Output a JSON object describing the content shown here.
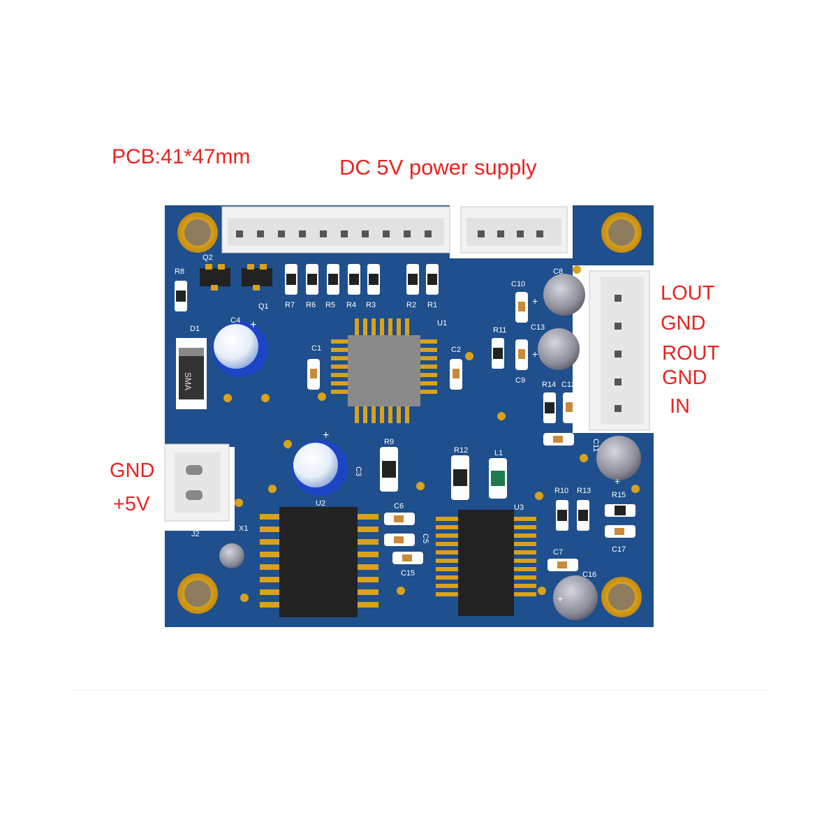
{
  "annotations": {
    "pcb_size": "PCB:41*47mm",
    "power_supply": "DC 5V power supply"
  },
  "right_connector_pins": [
    "LOUT",
    "GND",
    "ROUT",
    "GND",
    "IN"
  ],
  "power_connector_pins": [
    "GND",
    "+5V"
  ],
  "silkscreen": {
    "Q2": "Q2",
    "Q1": "Q1",
    "R8": "R8",
    "R7": "R7",
    "R6": "R6",
    "R5": "R5",
    "R4": "R4",
    "R3": "R3",
    "R2": "R2",
    "R1": "R1",
    "U1": "U1",
    "C4": "C4",
    "C4_plus": "+",
    "D1": "D1",
    "SMA": "SMA",
    "C1": "C1",
    "C2": "C2",
    "C8": "C8",
    "C10": "C10",
    "R11": "R11",
    "C13": "C13",
    "C9": "C9",
    "R14": "R14",
    "C12": "C12",
    "C11": "C11",
    "C3": "C3",
    "C3_plus": "+",
    "R9": "R9",
    "R12": "R12",
    "L1": "L1",
    "U2": "U2",
    "X1": "X1",
    "J2": "J2",
    "C6": "C6",
    "C5": "C5",
    "C15": "C15",
    "U3": "U3",
    "R10": "R10",
    "R13": "R13",
    "R15": "R15",
    "C17": "C17",
    "C7": "C7",
    "C16": "C16",
    "C16_plus": "+",
    "C14_plus": "+",
    "C8_plus": "+",
    "C13_plus": "+"
  },
  "colors": {
    "annotation_red": "#e8231f",
    "board_blue": "#1f4f8c",
    "silk_white": "#ffffff",
    "pad_gold": "#d9a21a"
  }
}
